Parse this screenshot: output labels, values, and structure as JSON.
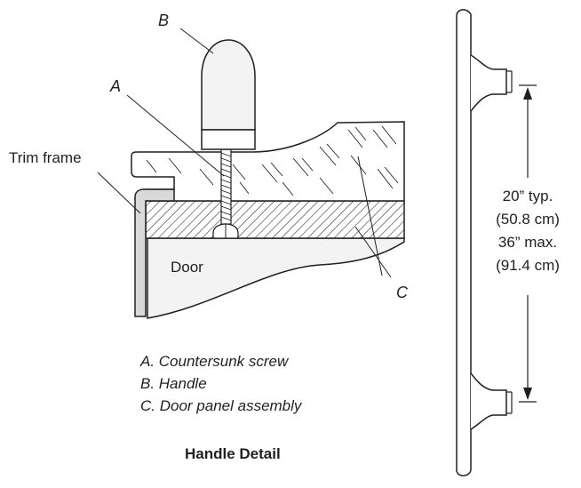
{
  "labels": {
    "a": "A",
    "b": "B",
    "c": "C",
    "trim_frame": "Trim frame",
    "door": "Door"
  },
  "legend": [
    "A.  Countersunk screw",
    "B.  Handle",
    "C.  Door panel assembly"
  ],
  "caption": "Handle Detail",
  "dimension": {
    "typical": "20” typ.",
    "typical_metric": "(50.8 cm)",
    "maximum": "36” max.",
    "maximum_metric": "(91.4 cm)"
  },
  "colors": {
    "line": "#231f20",
    "fill_light": "#f3f3f3",
    "fill_grey": "#d9d9d9",
    "background": "#ffffff"
  }
}
